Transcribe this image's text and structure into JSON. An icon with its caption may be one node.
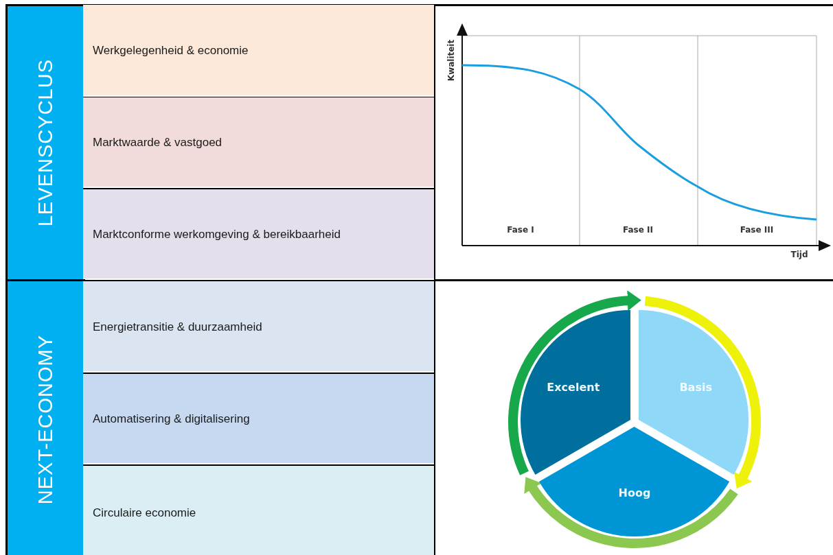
{
  "diagram": {
    "nodes": [
      {
        "text": [
          "LEVENSCYCLUS"
        ]
      },
      {
        "text": [
          "Werkgelegenheid & economie"
        ]
      },
      {
        "text": [
          "Marktwaarde & vastgoed"
        ]
      },
      {
        "text": [
          "Marktconforme werkomgeving & bereikbaarheid"
        ]
      },
      {
        "text": [
          "NEXT-ECONOMY"
        ]
      },
      {
        "text": [
          "Energietransitie & duurzaamheid"
        ]
      },
      {
        "text": [
          "Automatisering & digitalisering"
        ]
      },
      {
        "text": [
          "Circulaire economie"
        ]
      },
      {
        "text": [
          "Excelent"
        ]
      },
      {
        "text": [
          "Basis"
        ]
      },
      {
        "text": [
          "Hoog"
        ]
      }
    ],
    "edges": [
      {
        "from": 8,
        "to": 9,
        "arrow": "to",
        "color": "#17a84b"
      },
      {
        "from": 9,
        "to": 10,
        "arrow": "to",
        "color": "#eef20a"
      },
      {
        "from": 10,
        "to": 8,
        "arrow": "to",
        "color": "#8cc850"
      }
    ],
    "labels": [
      "Kwaliteit",
      "Fase I",
      "Fase II",
      "Fase III",
      "Tijd"
    ]
  }
}
